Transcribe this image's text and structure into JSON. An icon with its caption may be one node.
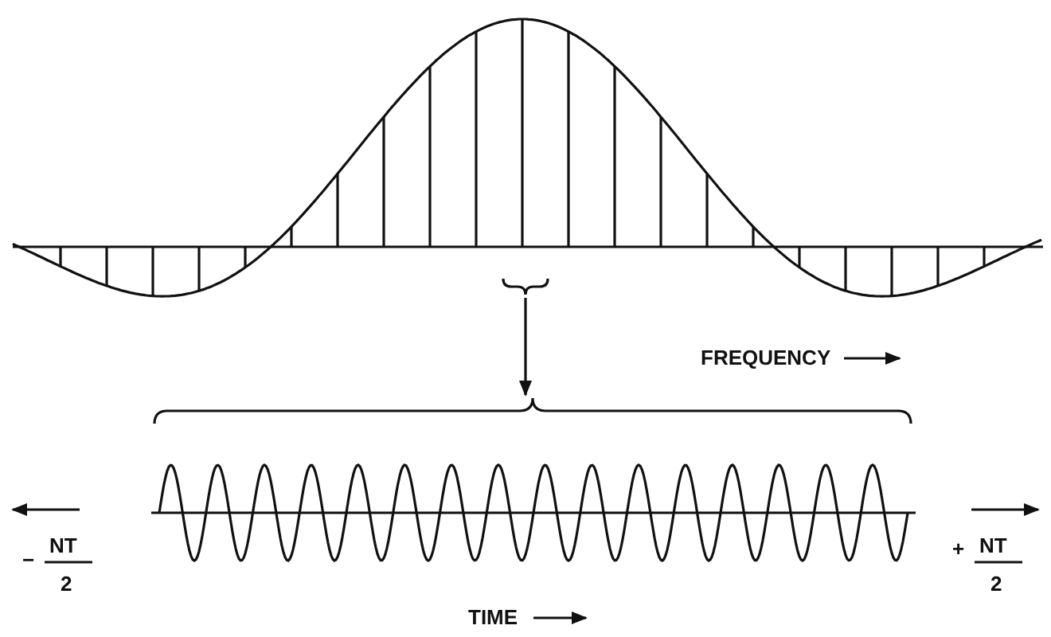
{
  "diagram": {
    "nodes": [
      {
        "text": [],
        "shape": "brace"
      },
      {
        "text": [],
        "shape": "brace"
      }
    ],
    "edges": [
      {
        "from": 0,
        "to": 1,
        "arrow": "to"
      }
    ],
    "labels": [
      "FREQUENCY",
      "−",
      "NT",
      "2",
      "+",
      "NT",
      "2",
      "TIME"
    ]
  }
}
